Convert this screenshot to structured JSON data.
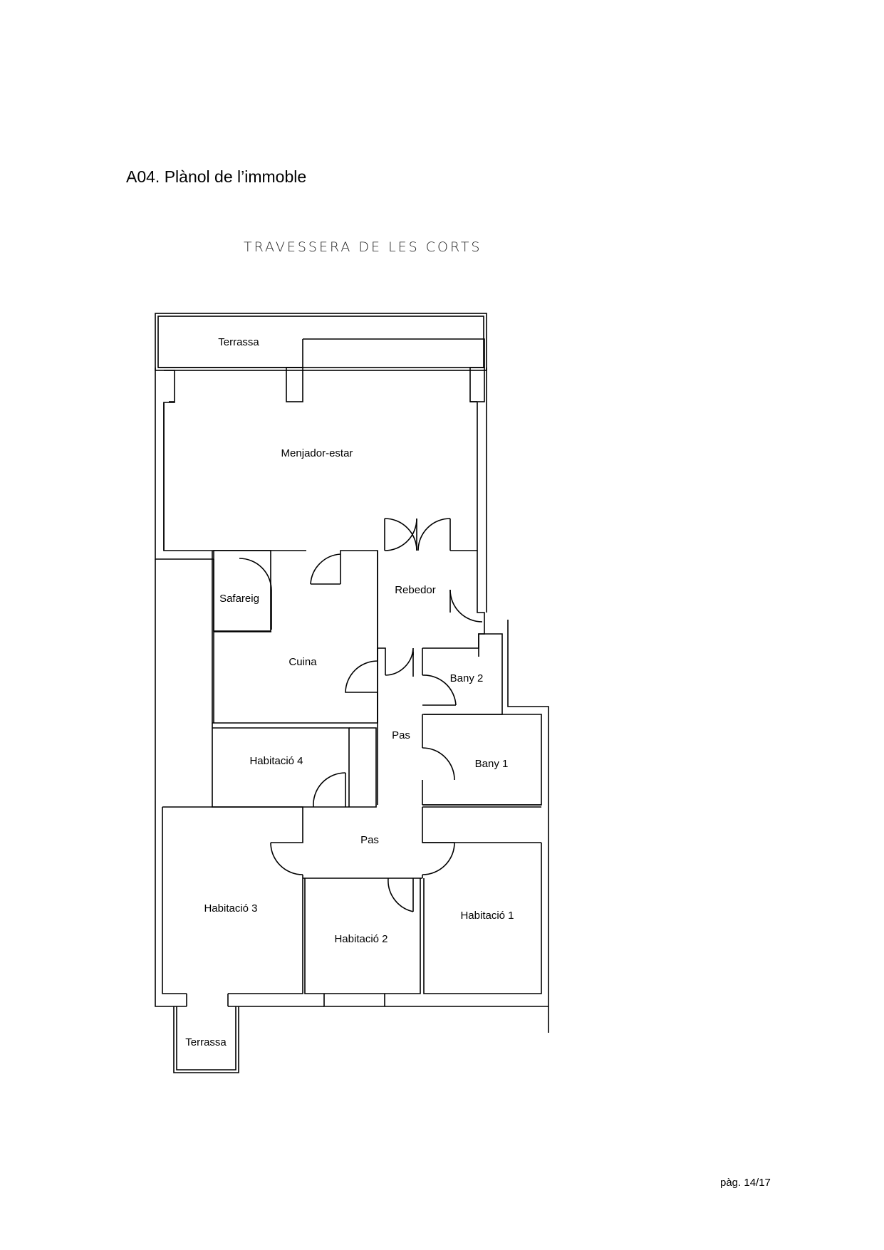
{
  "document": {
    "heading": "A04. Plànol de l’immoble",
    "street_name": "TRAVESSERA DE LES CORTS",
    "page_label": "pàg. 14/17"
  },
  "floor_plan": {
    "rooms": {
      "terrassa_top": "Terrassa",
      "menjador": "Menjador-estar",
      "safareig": "Safareig",
      "cuina": "Cuina",
      "rebedor": "Rebedor",
      "bany2": "Bany 2",
      "pas_upper": "Pas",
      "habitacio4": "Habitació 4",
      "bany1": "Bany 1",
      "pas_lower": "Pas",
      "habitacio3": "Habitació 3",
      "habitacio2": "Habitació 2",
      "habitacio1": "Habitació 1",
      "terrassa_bottom": "Terrassa"
    }
  }
}
